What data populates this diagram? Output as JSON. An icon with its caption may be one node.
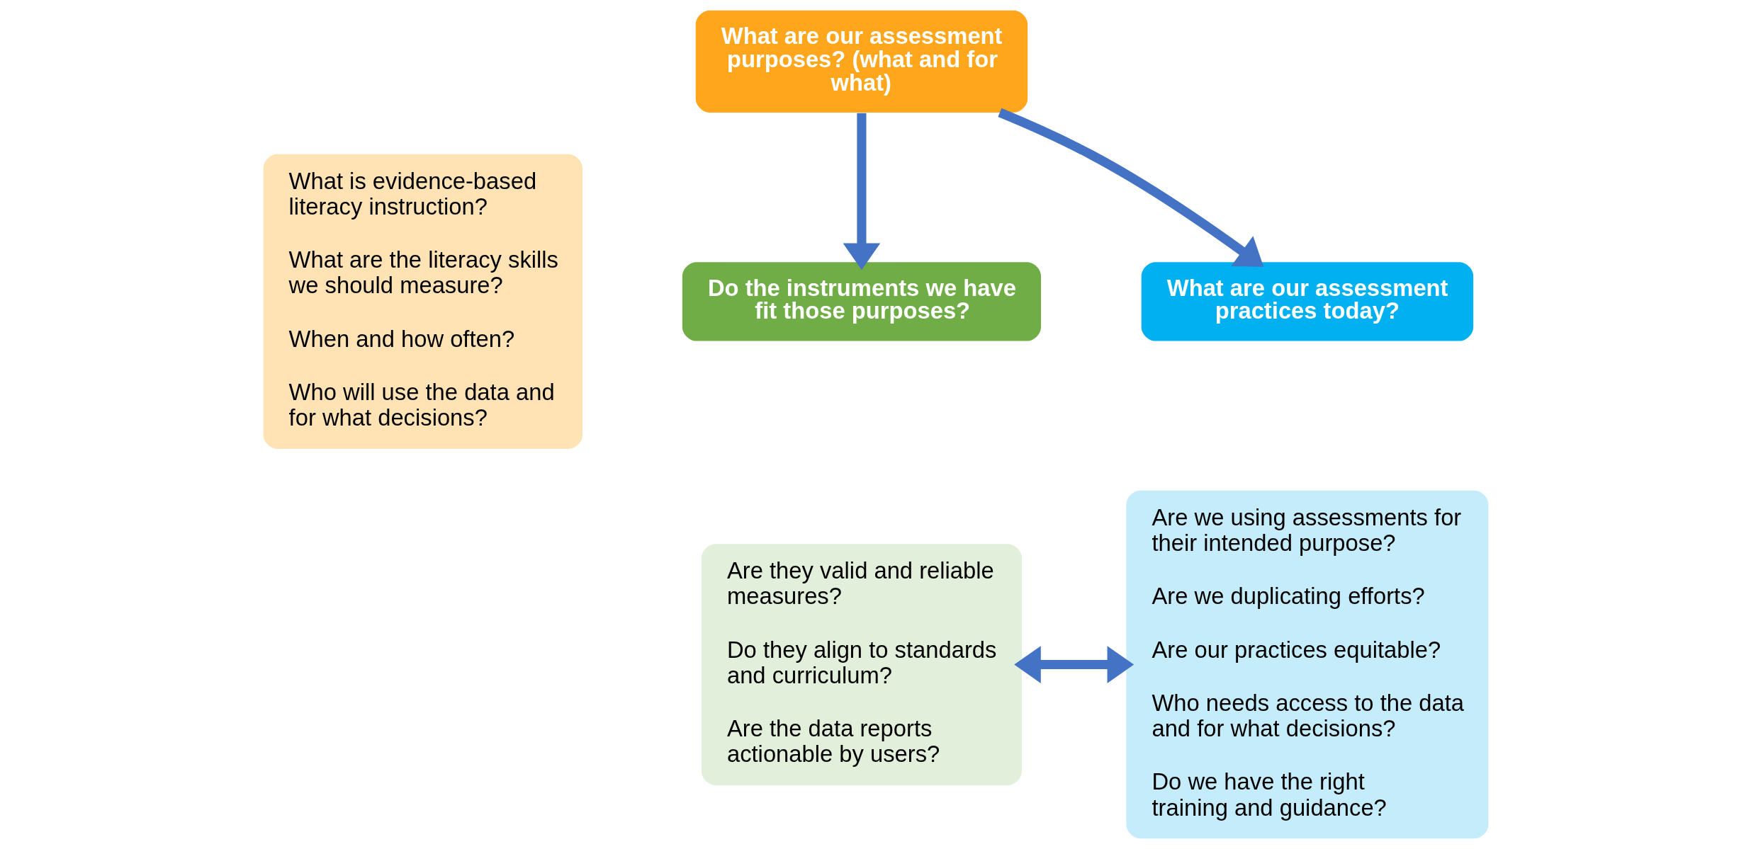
{
  "diagram": {
    "nodes": [
      {
        "text": [
          "What are our assessment purposes? (what and for what)"
        ]
      },
      {
        "text": [
          "What is evidence-based literacy instruction?",
          "What are the literacy skills we should measure?",
          "When and how often?",
          "Who will use the data and for what decisions?"
        ]
      },
      {
        "text": [
          "Do the instruments we have fit those purposes?"
        ]
      },
      {
        "text": [
          "Are they valid and reliable measures?",
          "Do they align to standards and curriculum?",
          "Are the data reports actionable by users?"
        ]
      },
      {
        "text": [
          "What are our assessment practices today?"
        ]
      },
      {
        "text": [
          "Are we using assessments for their intended purpose?",
          "Are we duplicating efforts?",
          "Are our practices equitable?",
          "Who needs access to the data and for what decisions?",
          "Do we have the right training and guidance?"
        ]
      }
    ],
    "edges": [
      {
        "from": 0,
        "to": 2,
        "arrow": "to"
      },
      {
        "from": 0,
        "to": 4,
        "arrow": "to"
      },
      {
        "from": 3,
        "to": 5,
        "arrow": "both"
      }
    ]
  }
}
